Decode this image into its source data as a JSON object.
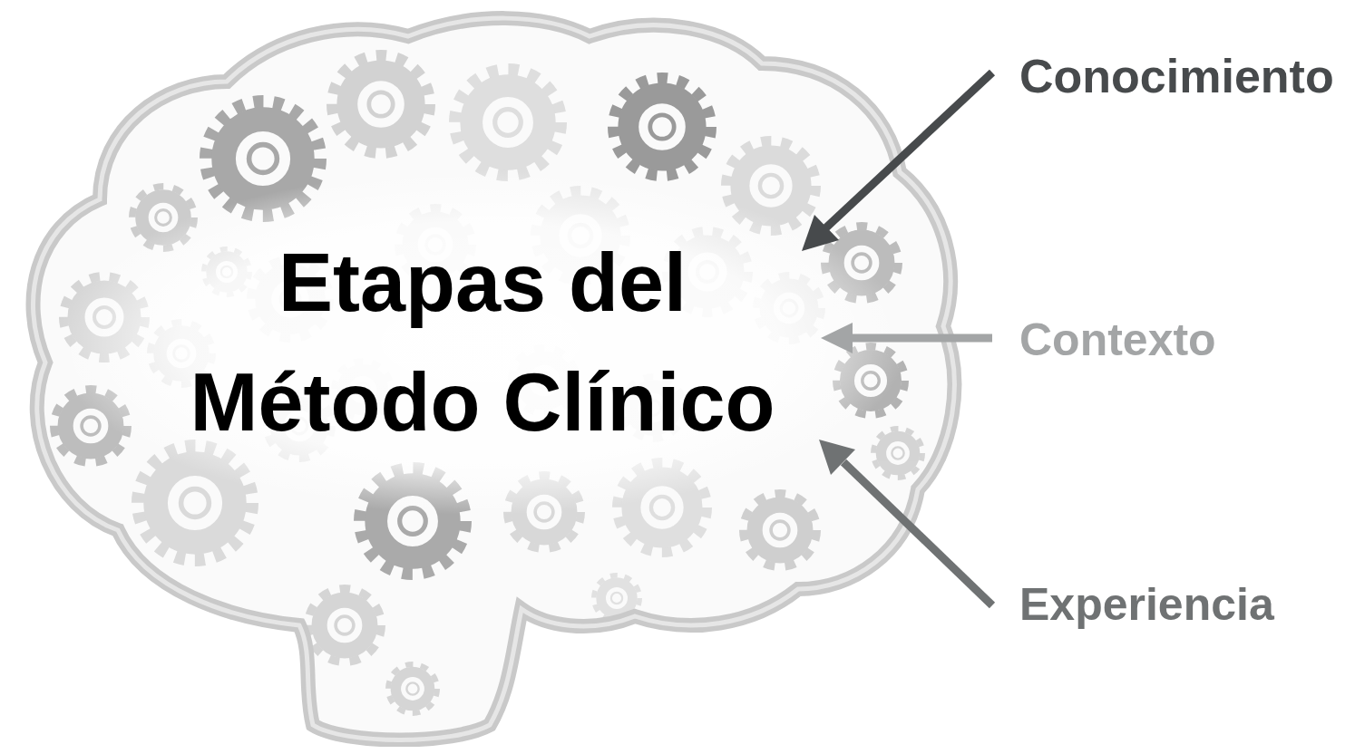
{
  "diagram": {
    "nodes": [
      {
        "text": [
          "Etapas del Método Clínico"
        ]
      }
    ],
    "labels": [
      "Conocimiento",
      "Contexto",
      "Experiencia"
    ]
  }
}
